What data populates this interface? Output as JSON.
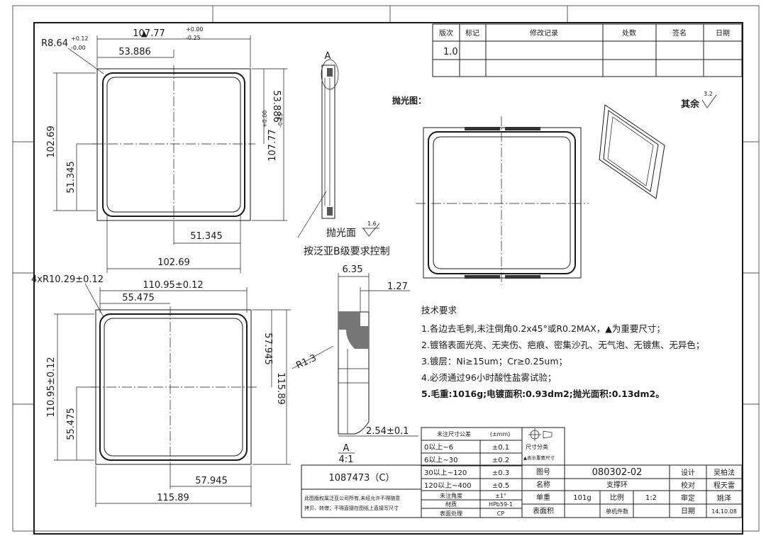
{
  "revision_table": {
    "headers": [
      "版次",
      "标记",
      "修改记录",
      "处数",
      "签名",
      "日期"
    ],
    "row1_version": "1.0"
  },
  "view1": {
    "corner_radius_main": "R8.64",
    "corner_radius_tol_upper": "+0.12",
    "corner_radius_tol_lower": "-0.00",
    "width_main": "107.77",
    "width_tol_upper": "+0.00",
    "width_tol_lower": "-0.25",
    "half_width_top": "53.886",
    "half_height_right": "53.886",
    "height_right_main": "107.77",
    "height_right_tol_upper": "+0.00",
    "height_right_tol_lower": "-0.25",
    "height_left": "102.69",
    "half_height_left": "51.345",
    "half_width_bottom": "51.345",
    "width_bottom": "102.69"
  },
  "view2": {
    "corner_radius": "4xR10.29±0.12",
    "width_top": "110.95±0.12",
    "half_width_top": "55.475",
    "half_height_right": "57.945",
    "height_right": "115.89",
    "height_left": "110.95±0.12",
    "half_height_left": "55.475",
    "half_width_bottom": "57.945",
    "width_bottom": "115.89"
  },
  "section": {
    "label_top": "A",
    "polish_face_label": "抛光面",
    "polish_face_roughness": "1.6",
    "control_note": "按泛亚B级要求控制"
  },
  "detail": {
    "dim_top": "6.35",
    "dim_step": "1.27",
    "radius": "R1.3",
    "dim_bottom": "2.54±0.1",
    "label": "A",
    "scale": "4:1"
  },
  "polish_view": {
    "title": "抛光图：",
    "rest_label": "其余",
    "rest_roughness": "3.2"
  },
  "tech_requirements": {
    "title": "技术要求",
    "items": [
      "1.各边去毛刺,未注倒角0.2x45°或R0.2MAX，▲为重要尺寸；",
      "2.镀铬表面光亮、无夹伤、疤痕、密集沙孔、无气泡、无镀焦、无异色；",
      "3.镀层：Ni≥15um；Cr≥0.25um；",
      "4.必须通过96小时酸性盐雾试验；",
      "5.毛重:1016g;电镀面积:0.93dm2;抛光面积:0.13dm2。"
    ]
  },
  "tolerance_table": {
    "header_left": "未注尺寸公差",
    "header_right": "(±mm)",
    "rows": [
      {
        "range": "0以上~6",
        "tol": "±0.1"
      },
      {
        "range": "6以上~30",
        "tol": "±0.2"
      },
      {
        "range": "30以上~120",
        "tol": "±0.3"
      },
      {
        "range": "120以上~400",
        "tol": "±0.5"
      }
    ],
    "angle_label": "未注角度",
    "angle_value": "±1°",
    "material_label": "材质",
    "material_value": "HPb59-1",
    "surface_label": "表面处理",
    "surface_value": "CP"
  },
  "dimension_class": {
    "label": "尺寸分类",
    "note": "▲表示重要尺寸"
  },
  "title_block": {
    "part_code": "1087473（C）",
    "copyright_1": "此图版权属泛亚公司所有,未经允许不得随意",
    "copyright_2": "拷贝、转借；不得直接在图纸上直接写尺寸",
    "drawing_no_label": "图号",
    "drawing_no": "080302-02",
    "name_label": "名称",
    "name": "支撑环",
    "weight_label": "单重",
    "weight": "101g",
    "scale_label": "比例",
    "scale": "1:2",
    "area_label": "表面积",
    "per_unit_label": "单机件数",
    "design_label": "设计",
    "design_name": "吴柏法",
    "check_label": "校对",
    "check_name": "程天雷",
    "review_label": "审定",
    "review_name": "姚泽",
    "date_label": "日期",
    "date": "14.10.08"
  }
}
